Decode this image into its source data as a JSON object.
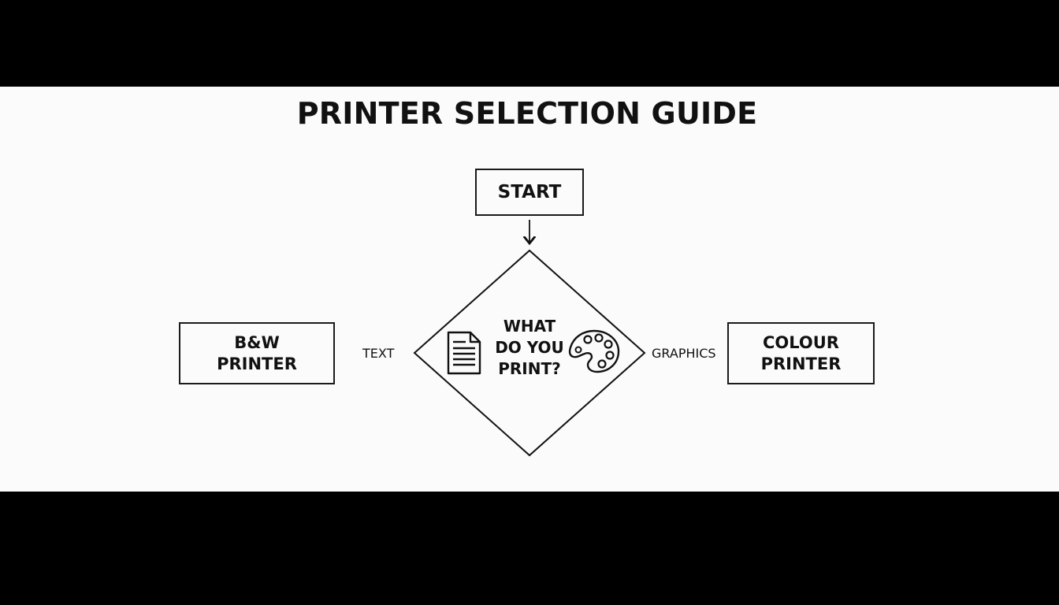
{
  "title": "PRINTER SELECTION GUIDE",
  "nodes": {
    "start": "START",
    "decision": [
      "WHAT",
      "DO YOU",
      "PRINT?"
    ],
    "bw_printer": [
      "B&W",
      "PRINTER"
    ],
    "colour_printer": [
      "COLOUR",
      "PRINTER"
    ]
  },
  "edges": {
    "text_label": "TEXT",
    "graphics_label": "GRAPHICS"
  },
  "icons": {
    "left": "document-icon",
    "right": "palette-icon"
  },
  "colors": {
    "background": "#fbfbfb",
    "letterbox": "#000000",
    "ink": "#111111"
  }
}
